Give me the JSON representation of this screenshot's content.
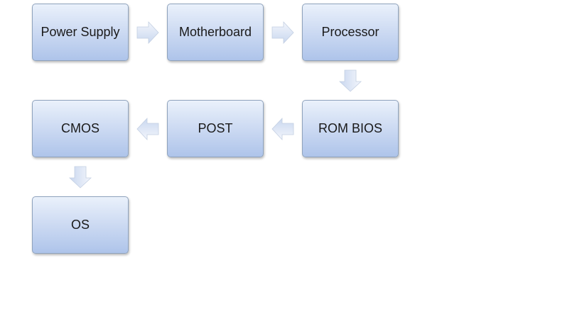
{
  "nodes": {
    "power_supply": "Power Supply",
    "motherboard": "Motherboard",
    "processor": "Processor",
    "rom_bios": "ROM BIOS",
    "post": "POST",
    "cmos": "CMOS",
    "os": "OS"
  },
  "icons": {
    "arrow": "arrow-icon"
  },
  "colors": {
    "node_top": "#eaf1fb",
    "node_bottom": "#aec4ea",
    "node_border": "#8fa3bd",
    "arrow_fill": "#dde6f5"
  }
}
